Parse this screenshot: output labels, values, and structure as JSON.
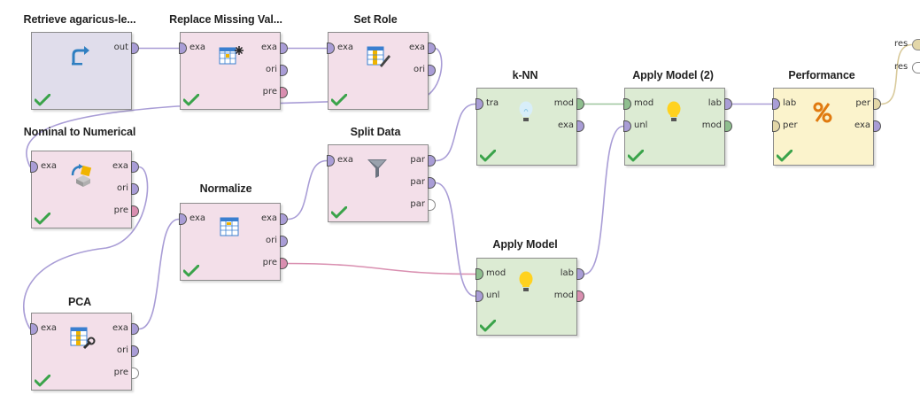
{
  "operators": [
    {
      "id": "retrieve",
      "title": "Retrieve agaricus-le...",
      "color": "lilac",
      "icon": "retrieve-icon",
      "inputs": [],
      "outputs": [
        {
          "label": "out",
          "type": "exa"
        }
      ]
    },
    {
      "id": "replace",
      "title": "Replace Missing Val...",
      "color": "pink",
      "icon": "grid-star-icon",
      "inputs": [
        {
          "label": "exa",
          "type": "exa"
        }
      ],
      "outputs": [
        {
          "label": "exa",
          "type": "exa"
        },
        {
          "label": "ori",
          "type": "exa"
        },
        {
          "label": "pre",
          "type": "pre"
        }
      ]
    },
    {
      "id": "setrole",
      "title": "Set Role",
      "color": "pink",
      "icon": "table-pencil-icon",
      "inputs": [
        {
          "label": "exa",
          "type": "exa"
        }
      ],
      "outputs": [
        {
          "label": "exa",
          "type": "exa"
        },
        {
          "label": "ori",
          "type": "exa"
        }
      ]
    },
    {
      "id": "nominal",
      "title": "Nominal to Numerical",
      "color": "pink",
      "icon": "convert-icon",
      "inputs": [
        {
          "label": "exa",
          "type": "exa"
        }
      ],
      "outputs": [
        {
          "label": "exa",
          "type": "exa"
        },
        {
          "label": "ori",
          "type": "exa"
        },
        {
          "label": "pre",
          "type": "pre"
        }
      ]
    },
    {
      "id": "normalize",
      "title": "Normalize",
      "color": "pink",
      "icon": "grid-icon",
      "inputs": [
        {
          "label": "exa",
          "type": "exa"
        }
      ],
      "outputs": [
        {
          "label": "exa",
          "type": "exa"
        },
        {
          "label": "ori",
          "type": "exa"
        },
        {
          "label": "pre",
          "type": "pre"
        }
      ]
    },
    {
      "id": "pca",
      "title": "PCA",
      "color": "pink",
      "icon": "table-wrench-icon",
      "inputs": [
        {
          "label": "exa",
          "type": "exa"
        }
      ],
      "outputs": [
        {
          "label": "exa",
          "type": "exa"
        },
        {
          "label": "ori",
          "type": "exa"
        },
        {
          "label": "pre",
          "type": "empty"
        }
      ]
    },
    {
      "id": "split",
      "title": "Split Data",
      "color": "pink",
      "icon": "funnel-icon",
      "inputs": [
        {
          "label": "exa",
          "type": "exa"
        }
      ],
      "outputs": [
        {
          "label": "par",
          "type": "exa"
        },
        {
          "label": "par",
          "type": "exa"
        },
        {
          "label": "par",
          "type": "empty"
        }
      ]
    },
    {
      "id": "knn",
      "title": "k-NN",
      "color": "green",
      "icon": "bulb-blue-icon",
      "inputs": [
        {
          "label": "tra",
          "type": "exa"
        }
      ],
      "outputs": [
        {
          "label": "mod",
          "type": "mod"
        },
        {
          "label": "exa",
          "type": "exa"
        }
      ]
    },
    {
      "id": "apply2",
      "title": "Apply Model (2)",
      "color": "green",
      "icon": "bulb-yellow-icon",
      "inputs": [
        {
          "label": "mod",
          "type": "mod"
        },
        {
          "label": "unl",
          "type": "exa"
        }
      ],
      "outputs": [
        {
          "label": "lab",
          "type": "exa"
        },
        {
          "label": "mod",
          "type": "mod"
        }
      ]
    },
    {
      "id": "applymodel",
      "title": "Apply Model",
      "color": "green",
      "icon": "bulb-yellow-icon",
      "inputs": [
        {
          "label": "mod",
          "type": "mod"
        },
        {
          "label": "unl",
          "type": "exa"
        }
      ],
      "outputs": [
        {
          "label": "lab",
          "type": "exa"
        },
        {
          "label": "mod",
          "type": "pre"
        }
      ]
    },
    {
      "id": "performance",
      "title": "Performance",
      "color": "yellow",
      "icon": "percent-icon",
      "inputs": [
        {
          "label": "lab",
          "type": "exa"
        },
        {
          "label": "per",
          "type": "per"
        }
      ],
      "outputs": [
        {
          "label": "per",
          "type": "per"
        },
        {
          "label": "exa",
          "type": "exa"
        }
      ]
    }
  ],
  "result_ports": [
    {
      "label": "res",
      "type": "per"
    },
    {
      "label": "res",
      "type": "empty"
    }
  ],
  "port_colors": {
    "exa": "#a99dd6",
    "pre": "#d98fb0",
    "mod": "#8fbf8f",
    "per": "#e3d7a8",
    "empty": "#ffffff"
  },
  "wire_colors": {
    "exa": "#a99dd6",
    "pre": "#d98fb0",
    "mod": "#9dc59d",
    "per": "#d8c99a"
  },
  "status": {
    "check_color": "#3aa34a"
  }
}
